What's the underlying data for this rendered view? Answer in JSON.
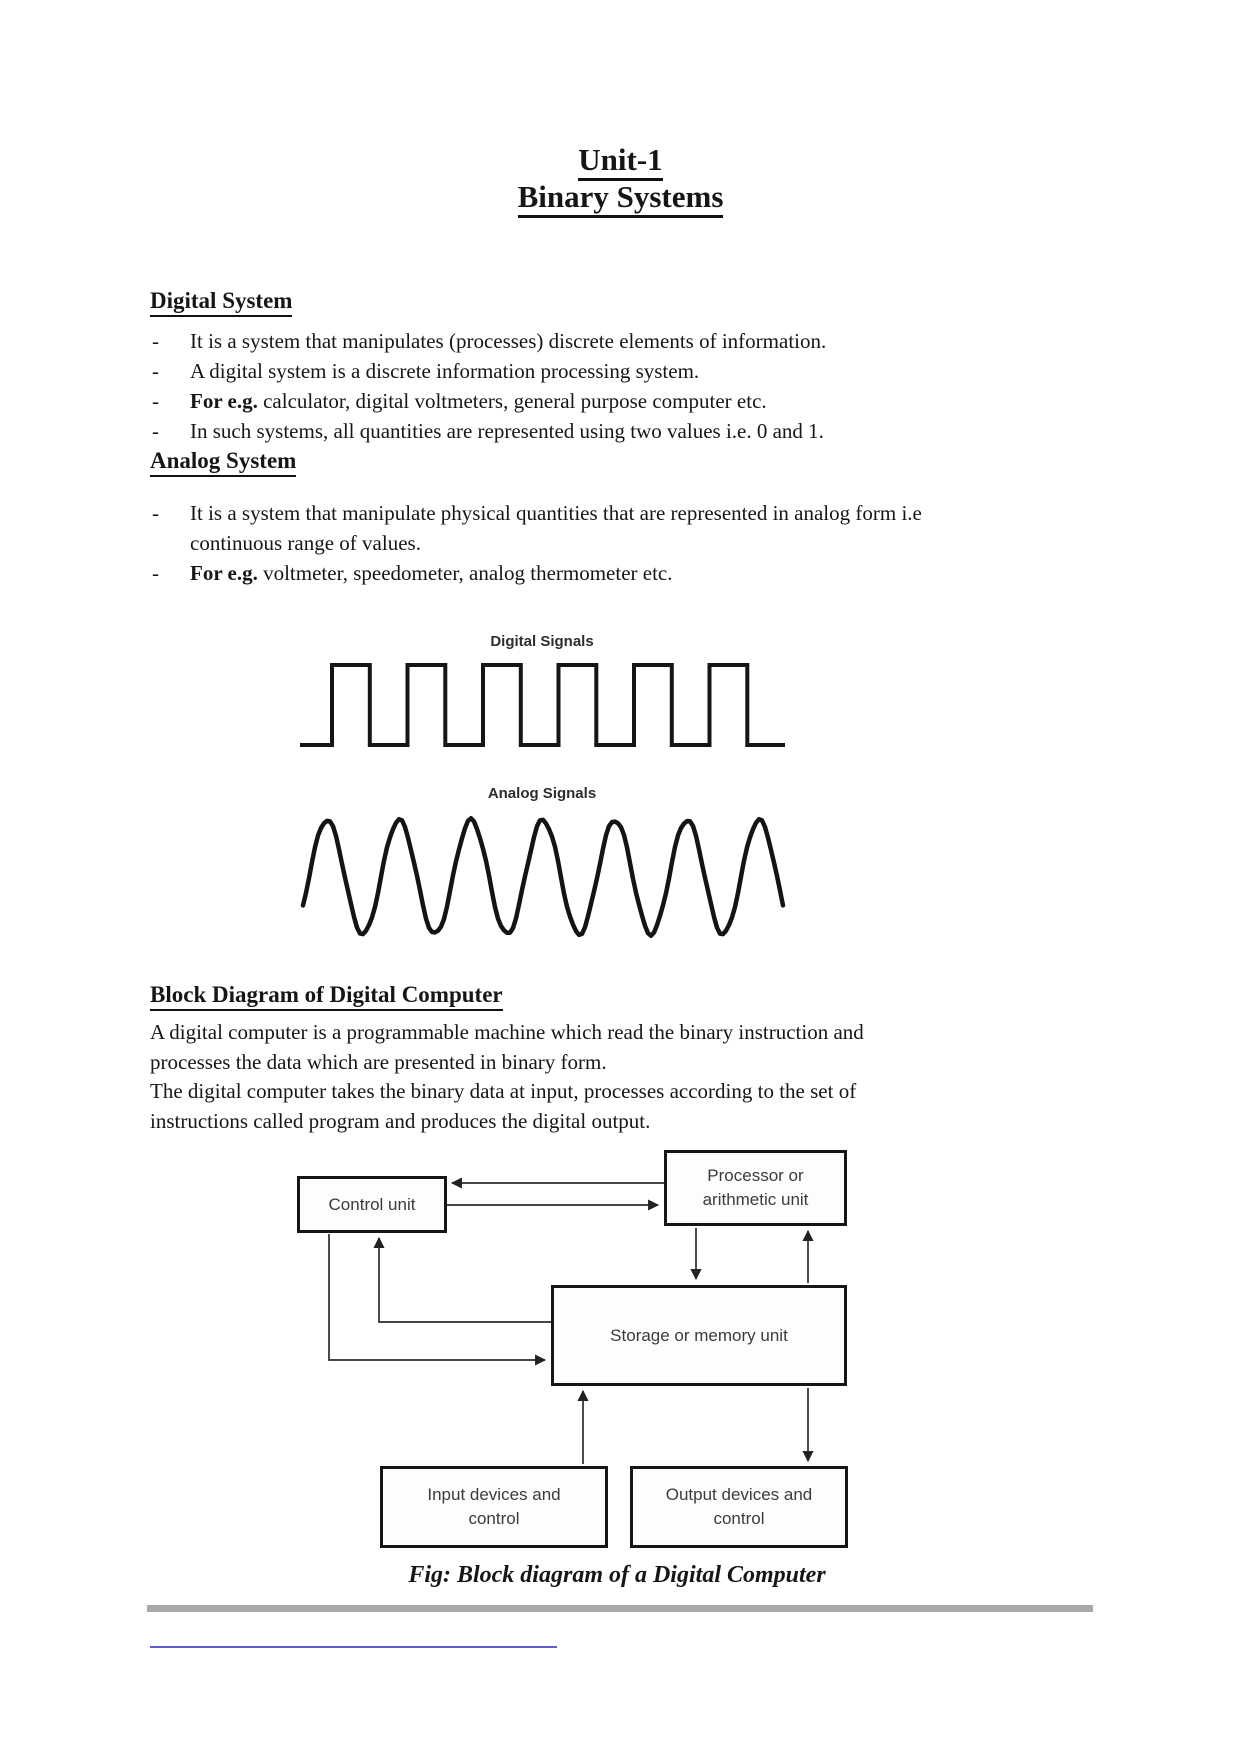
{
  "page": {
    "title_line1": "Unit-1",
    "title_line2": "Binary Systems",
    "bullet_marker": "-"
  },
  "sections": {
    "digital": {
      "heading": "Digital System",
      "bullets": [
        {
          "text": "It is a system that manipulates (processes) discrete elements of information."
        },
        {
          "text": "A digital system is a discrete information processing system."
        },
        {
          "bold": "For e.g.",
          "text": " calculator, digital voltmeters, general purpose computer etc."
        },
        {
          "text": "In such systems, all quantities are represented using two values i.e. 0 and 1."
        }
      ]
    },
    "analog": {
      "heading": "Analog System",
      "bullets": [
        {
          "lines": [
            "It is a system that manipulate physical quantities that are represented in analog form i.e",
            "continuous range of values."
          ]
        },
        {
          "bold": "For e.g.",
          "text": " voltmeter, speedometer, analog thermometer etc."
        }
      ]
    },
    "block_diagram": {
      "heading": "Block Diagram of Digital Computer",
      "paragraph_lines": [
        "A digital computer is a programmable machine which read the binary instruction and",
        "processes the data which are presented in binary form.",
        "The digital computer takes the binary data at input, processes according to the set of",
        "instructions called program and produces the digital output."
      ],
      "caption": "Fig: Block diagram of a Digital Computer"
    }
  },
  "signals": {
    "digital_label": "Digital Signals",
    "analog_label": "Analog Signals",
    "digital_cycles": 6,
    "analog_peaks": 7
  },
  "diagram": {
    "control": "Control unit",
    "processor_lines": [
      "Processor or",
      "arithmetic unit"
    ],
    "storage": "Storage or memory unit",
    "input_lines": [
      "Input devices and",
      "control"
    ],
    "output_lines": [
      "Output devices and",
      "control"
    ]
  },
  "decor": {
    "divider_color": "#a8a8a8",
    "footnote_line_color": "#5c5ccf",
    "ink_color": "#161616"
  }
}
